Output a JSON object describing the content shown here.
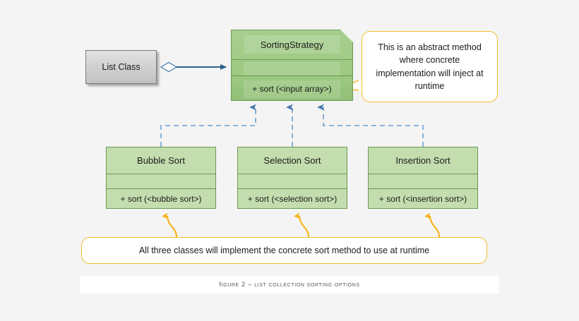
{
  "figure": {
    "caption": "Figure 2 – List collection sorting options"
  },
  "list_class": {
    "label": "List Class"
  },
  "strategy": {
    "title": "SortingStrategy",
    "attributes": "",
    "method": "+ sort (<input array>)"
  },
  "concrete_classes": [
    {
      "name": "bubble",
      "title": "Bubble Sort",
      "attributes": "",
      "method": "+ sort (<bubble sort>)"
    },
    {
      "name": "selection",
      "title": "Selection Sort",
      "attributes": "",
      "method": "+ sort (<selection sort>)"
    },
    {
      "name": "insertion",
      "title": "Insertion Sort",
      "attributes": "",
      "method": "+ sort (<insertion sort>)"
    }
  ],
  "callouts": {
    "top": "This is an abstract method where concrete implementation will inject at runtime",
    "bottom": "All three classes will implement the concrete sort method to use at runtime"
  },
  "colors": {
    "background": "#f4f4f4",
    "strategy_fill": "#9dc982",
    "concrete_fill": "#c3ddae",
    "class_border": "#6a9a55",
    "list_class_fill": "#d2d2d2",
    "list_class_border": "#7a7a7a",
    "association_line": "#2e5f8a",
    "inheritance_line": "#7aa8d4",
    "callout_border": "#f2bf2e",
    "callout_fill": "#ffffff",
    "caption_text": "#585858",
    "annotation_arrow": "#f5b315"
  },
  "connectors": {
    "association": "aggregation-diamond-to-arrow",
    "inheritance": "dashed-arrow-up",
    "annotation": "curved-arrow"
  }
}
